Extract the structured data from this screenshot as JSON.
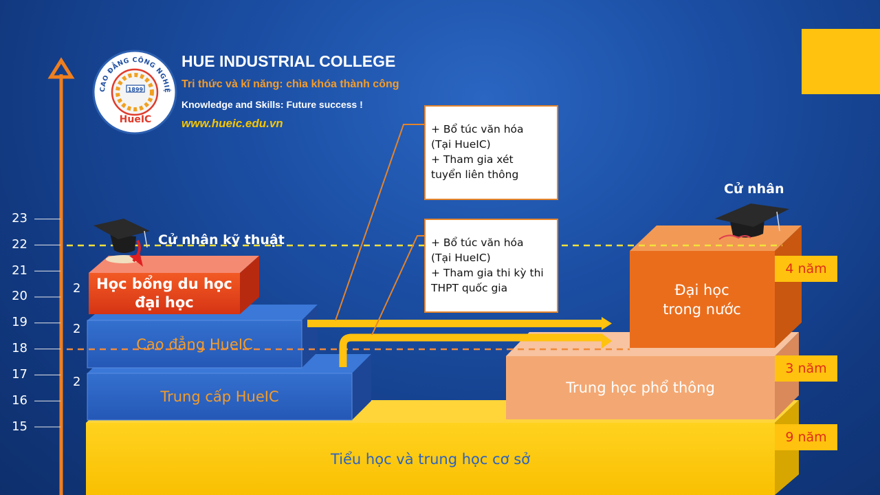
{
  "header": {
    "college_name": "HUE INDUSTRIAL COLLEGE",
    "slogan_vi": "Tri thức và kĩ năng: chìa khóa thành công",
    "slogan_en": "Knowledge and Skills: Future success !",
    "website": "www.hueic.edu.vn",
    "logo_ring_text": "CAO ĐẲNG CÔNG NGHIỆP HUẾ",
    "logo_year": "1899",
    "logo_brand": "HueIC"
  },
  "axis": {
    "ticks": [
      "15",
      "16",
      "17",
      "18",
      "19",
      "20",
      "21",
      "22",
      "23"
    ]
  },
  "blocks": {
    "primary": "Tiểu học và trung học cơ sở",
    "vocational": "Trung cấp HueIC",
    "college": "Cao đẳng HueIC",
    "scholarship": "Học bổng du học đại học",
    "highschool": "Trung học phổ thông",
    "university": "Đại học trong nước"
  },
  "durations": {
    "vocational": "2",
    "college": "2",
    "scholarship": "2"
  },
  "year_tags": {
    "university": "4 năm",
    "highschool": "3 năm",
    "primary": "9 năm"
  },
  "labels": {
    "bachelor_tech": "Cử nhân kỹ thuật",
    "bachelor": "Cử nhân"
  },
  "notes": {
    "upper": [
      "+ Bổ túc văn hóa",
      "(Tại HueIC)",
      "+ Tham gia xét",
      "tuyển liên thông"
    ],
    "lower": [
      "+ Bổ túc văn hóa",
      "(Tại HueIC)",
      "+ Tham gia thi kỳ thi",
      "THPT quốc gia"
    ]
  },
  "colors": {
    "background": "#1b4ea3",
    "axis": "#f07f1e",
    "yellow": "#ffc20e",
    "blue_block": "#2d63c3",
    "red_block": "#e8471f",
    "peach_block": "#f3a873",
    "orange_block": "#ea6d1c",
    "text_orange": "#f39c2b",
    "tag_text": "#e02b1b"
  },
  "icons": {
    "graduation_cap": "graduation-cap-icon",
    "up_arrow": "y-axis-arrow-icon",
    "logo": "hueic-logo-icon"
  }
}
